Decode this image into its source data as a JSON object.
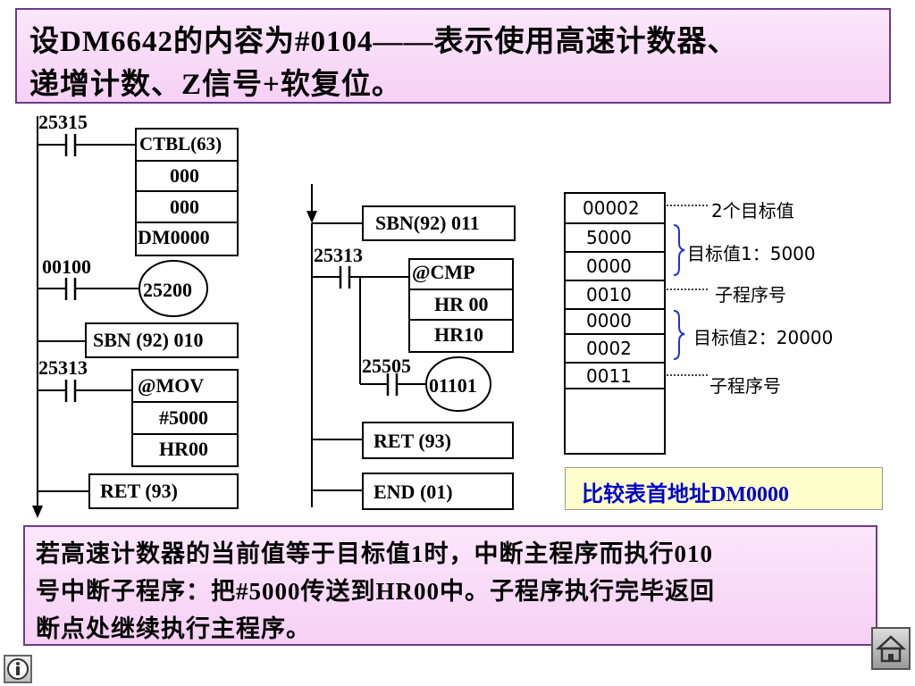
{
  "title": {
    "line1": "设DM6642的内容为#0104——表示使用高速计数器、",
    "line2": "递增计数、Z信号+软复位。"
  },
  "ladder1": {
    "contact1": "25315",
    "ctbl": [
      "CTBL(63)",
      "000",
      "000",
      "DM0000"
    ],
    "contact2": "00100",
    "coil": "25200",
    "sbn": "SBN (92) 010",
    "contact3": "25313",
    "mov": [
      "@MOV",
      "#5000",
      "HR00"
    ],
    "ret": "RET (93)"
  },
  "ladder2": {
    "sbn": "SBN(92) 011",
    "contact1": "25313",
    "cmp": [
      "@CMP",
      "HR 00",
      "HR10"
    ],
    "contact2": "25505",
    "coil": "01101",
    "ret": "RET (93)",
    "end": "END (01)"
  },
  "table": {
    "cells": [
      "00002",
      "5000",
      "0000",
      "0010",
      "0000",
      "0002",
      "0011"
    ],
    "note1": "2个目标值",
    "note2": "目标值1：5000",
    "note3": "子程序号",
    "note4": "目标值2：20000",
    "note5": "子程序号"
  },
  "address": "比较表首地址DM0000",
  "explanation": {
    "line1": "若高速计数器的当前值等于目标值1时，中断主程序而执行010",
    "line2": "号中断子程序：把#5000传送到HR00中。子程序执行完毕返回",
    "line3": "断点处继续执行主程序。"
  },
  "icons": {
    "home": "home-icon",
    "info": "info-icon"
  }
}
